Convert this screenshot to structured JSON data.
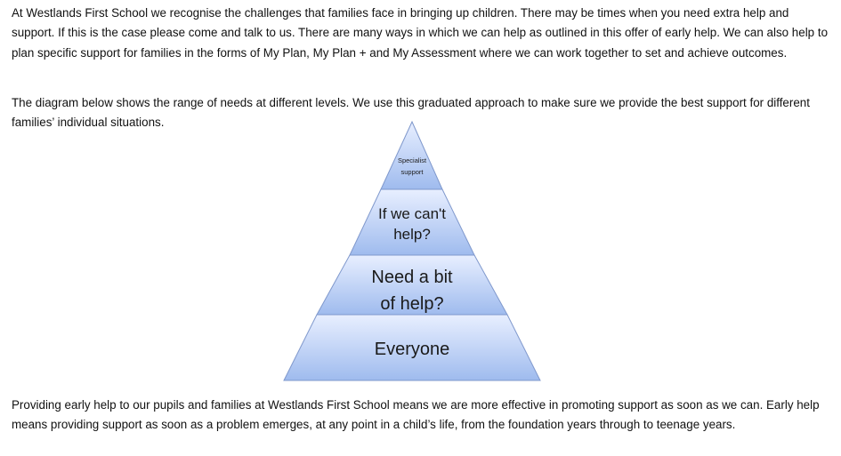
{
  "paragraphs": {
    "intro": "At Westlands First School we recognise the challenges that families face in bringing up children. There may be times when you need extra help and support. If this is the case please come and talk to us. There are many ways in which we can help as outlined in this offer of early help. We can also help to plan specific support for families in the forms of My Plan, My Plan + and My Assessment where we can work together to set and achieve outcomes.",
    "diagram_intro": "The diagram below shows the range of needs at different levels. We use this graduated approach to make sure we provide the best support for different families’ individual situations.",
    "closing": "Providing early help to our pupils and families at Westlands First School means we are more effective in promoting support as soon as we can. Early help means providing support as soon as a problem emerges, at any point in a child’s life, from the foundation years through to teenage years."
  },
  "pyramid": {
    "tiers": [
      {
        "line1": "Specialist",
        "line2": "support"
      },
      {
        "line1": "If we can't",
        "line2": "help?"
      },
      {
        "line1": "Need a bit",
        "line2": "of help?"
      },
      {
        "line1": "Everyone",
        "line2": ""
      }
    ],
    "colors": {
      "fill_top": "#e8efff",
      "fill_bottom": "#9fbbee",
      "outline": "#7f98cc"
    }
  }
}
